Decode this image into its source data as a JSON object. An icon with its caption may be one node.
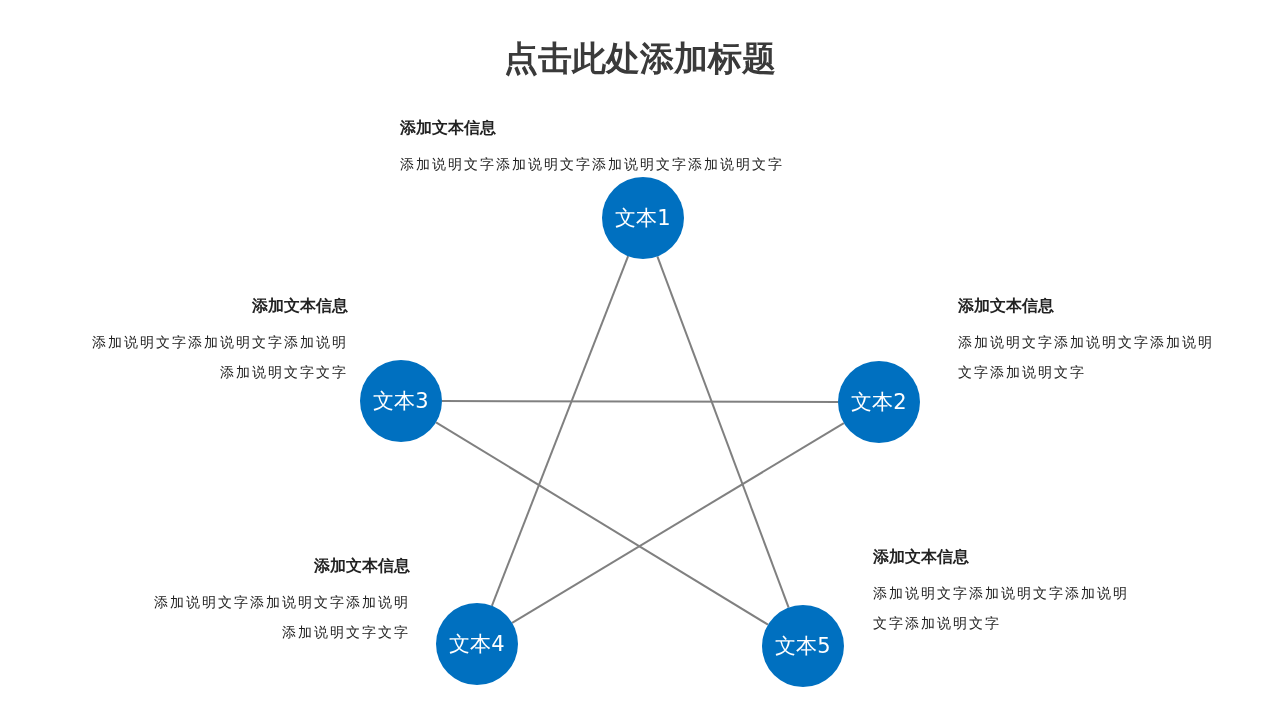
{
  "diagram": {
    "title": "点击此处添加标题",
    "nodes": [
      {
        "text": [
          "文本1"
        ],
        "beside": [
          "添加文本信息",
          "添加说明文字添加说明文字添加说明文字添加说明文字"
        ]
      },
      {
        "text": [
          "文本2"
        ],
        "beside": [
          "添加文本信息",
          "添加说明文字添加说明文字添加说明文字添加说明文字"
        ]
      },
      {
        "text": [
          "文本3"
        ],
        "beside": [
          "添加文本信息",
          "添加说明文字添加说明文字添加说明添加说明文字文字"
        ]
      },
      {
        "text": [
          "文本4"
        ],
        "beside": [
          "添加文本信息",
          "添加说明文字添加说明文字添加说明添加说明文字文字"
        ]
      },
      {
        "text": [
          "文本5"
        ],
        "beside": [
          "添加文本信息",
          "添加说明文字添加说明文字添加说明文字添加说明文字"
        ]
      }
    ],
    "edges": [
      {
        "from": 0,
        "to": 3,
        "arrow": "none"
      },
      {
        "from": 0,
        "to": 4,
        "arrow": "none"
      },
      {
        "from": 2,
        "to": 1,
        "arrow": "none"
      },
      {
        "from": 2,
        "to": 4,
        "arrow": "none"
      },
      {
        "from": 1,
        "to": 3,
        "arrow": "none"
      }
    ]
  }
}
